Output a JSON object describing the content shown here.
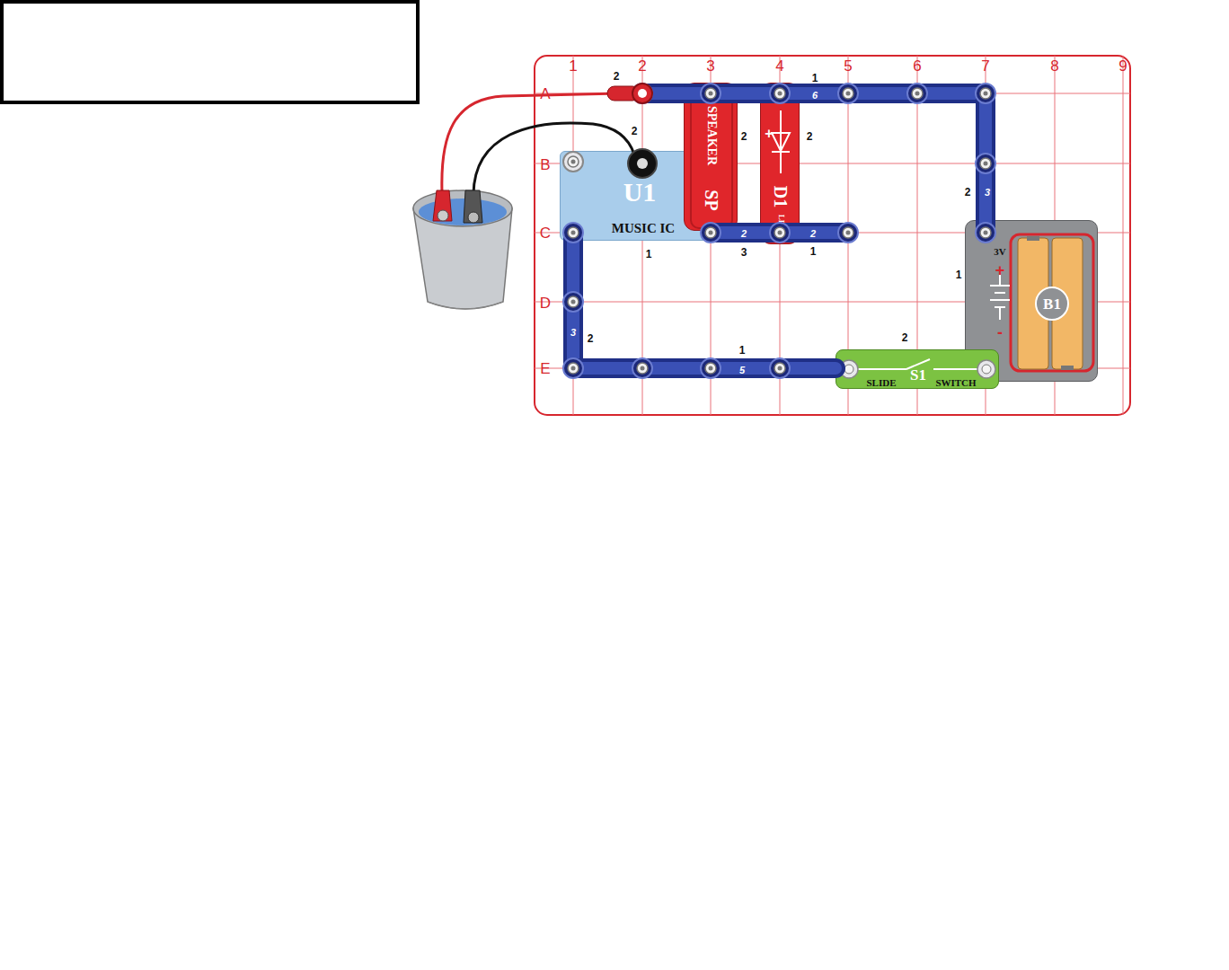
{
  "diagram": {
    "nodes": [
      {
        "text": [
          "U1",
          "MUSIC IC"
        ]
      },
      {
        "text": [
          "SP",
          "SPEAKER"
        ]
      },
      {
        "text": [
          "D1",
          "LED",
          "+"
        ]
      },
      {
        "text": [
          "3V",
          "+",
          "-",
          "B1"
        ]
      },
      {
        "text": [
          "S1",
          "SLIDE",
          "SWITCH"
        ]
      }
    ],
    "labels": [
      "1",
      "2",
      "3",
      "4",
      "5",
      "6",
      "7",
      "8",
      "9",
      "A",
      "B",
      "C",
      "D",
      "E",
      "2",
      "2",
      "2",
      "2",
      "1",
      "6",
      "2",
      "3",
      "2",
      "2",
      "3",
      "1",
      "1",
      "1",
      "3",
      "2",
      "1",
      "5",
      "2"
    ]
  }
}
